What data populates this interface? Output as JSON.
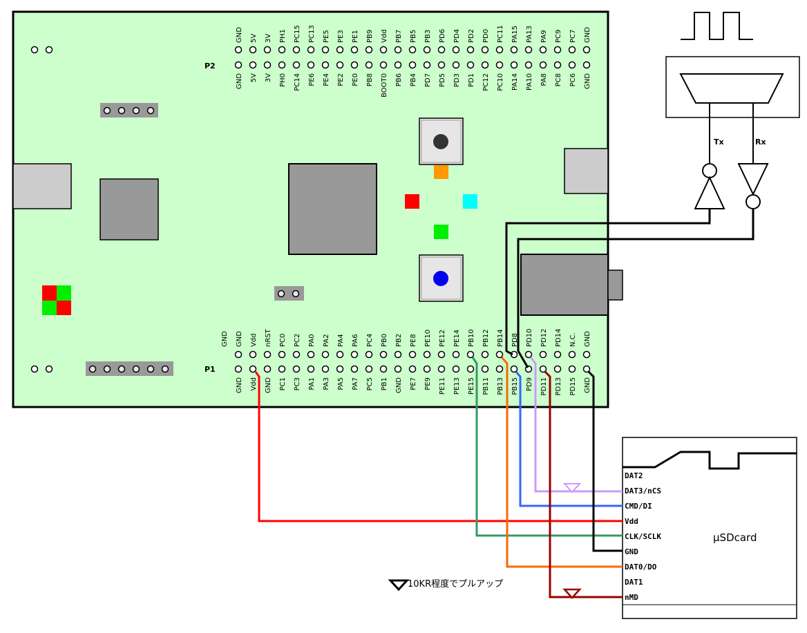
{
  "board": {
    "header_p2_label": "P2",
    "header_p1_label": "P1",
    "p2_top_row": [
      "GND",
      "5V",
      "3V",
      "PH1",
      "PC15",
      "PC13",
      "PE5",
      "PE3",
      "PE1",
      "PB9",
      "Vdd",
      "PB7",
      "PB5",
      "PB3",
      "PD6",
      "PD4",
      "PD2",
      "PD0",
      "PC11",
      "PA15",
      "PA13",
      "PA9",
      "PC9",
      "PC7",
      "GND"
    ],
    "p2_bottom_row": [
      "GND",
      "5V",
      "3V",
      "PH0",
      "PC14",
      "PE6",
      "PE4",
      "PE2",
      "PE0",
      "PB8",
      "BOOT0",
      "PB6",
      "PB4",
      "PD7",
      "PD5",
      "PD3",
      "PD1",
      "PC12",
      "PC10",
      "PA14",
      "PA10",
      "PA8",
      "PC8",
      "PC6",
      "GND"
    ],
    "p1_top_row": [
      "GND",
      "GND",
      "Vdd",
      "nRST",
      "PC0",
      "PC2",
      "PA0",
      "PA2",
      "PA4",
      "PA6",
      "PC4",
      "PB0",
      "PB2",
      "PE8",
      "PE10",
      "PE12",
      "PE14",
      "PB10",
      "PB12",
      "PB14",
      "PD8",
      "PD10",
      "PD12",
      "PD14",
      "N.C.",
      "GND"
    ],
    "p1_bottom_row": [
      "GND",
      "Vdd",
      "GND",
      "PC1",
      "PC3",
      "PA1",
      "PA3",
      "PA5",
      "PA7",
      "PC5",
      "PB1",
      "GND",
      "PE7",
      "PE9",
      "PE11",
      "PE13",
      "PE15",
      "PB11",
      "PB13",
      "PB15",
      "PD9",
      "PD11",
      "PD13",
      "PD15",
      "GND"
    ]
  },
  "serial": {
    "tx_label": "Tx",
    "rx_label": "Rx"
  },
  "sdcard": {
    "title": "μSDcard",
    "pins": [
      "DAT2",
      "DAT3/nCS",
      "CMD/DI",
      "Vdd",
      "CLK/SCLK",
      "GND",
      "DAT0/DO",
      "DAT1",
      "nMD"
    ]
  },
  "note": "10KR程度でプルアップ",
  "colors": {
    "board": "#ccffcc",
    "vdd_wire": "#ff0000",
    "clk_wire": "#339966",
    "do_wire": "#ff6600",
    "di_wire": "#3366ff",
    "cs_wire": "#cc99ff",
    "md_wire": "#990000",
    "gnd_wire": "#000000",
    "led_orange": "#ff9900",
    "led_red": "#ff0000",
    "led_cyan": "#00ffff",
    "led_green": "#00ee00",
    "button_black": "#333333",
    "button_blue": "#0000ee"
  }
}
